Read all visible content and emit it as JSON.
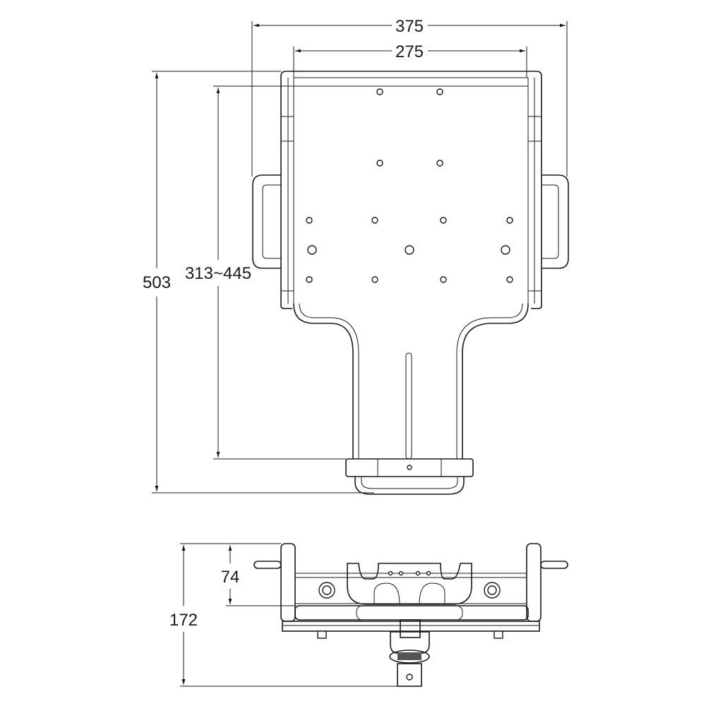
{
  "drawing": {
    "top_view": {
      "width_overall": "375",
      "width_inner": "275",
      "height_overall": "503",
      "height_adjustable": "313~445"
    },
    "side_view": {
      "height_frame": "74",
      "height_overall": "172"
    }
  }
}
